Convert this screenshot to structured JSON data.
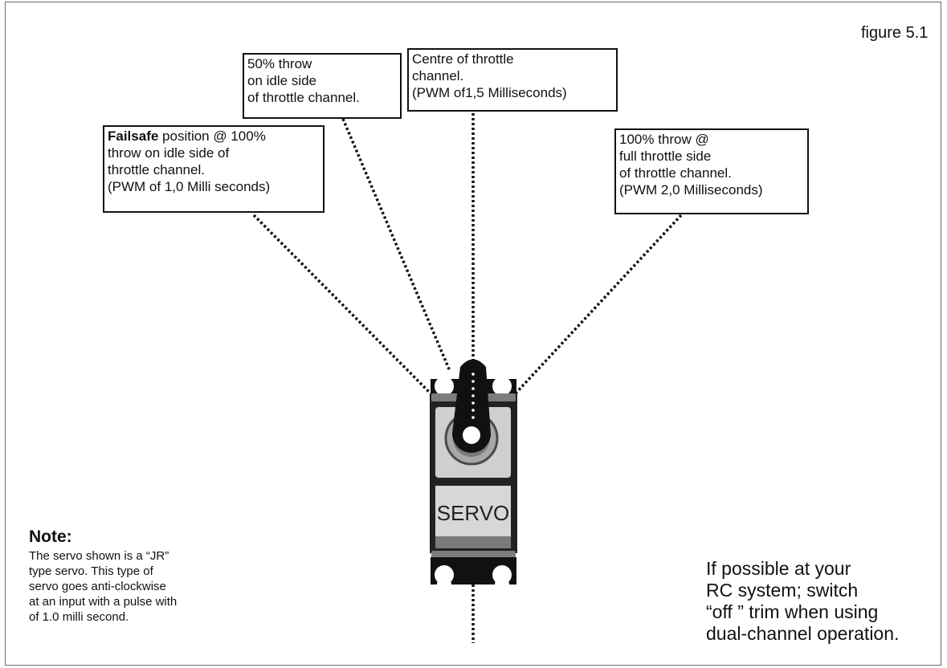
{
  "figure_label": "figure 5.1",
  "callouts": {
    "failsafe": {
      "bold": "Failsafe",
      "line1_rest": " position @ 100%",
      "line2": "throw on idle side of",
      "line3": "throttle channel.",
      "line4": "(PWM of 1,0 Milli seconds)"
    },
    "half_idle": {
      "line1": "50% throw",
      "line2": "on idle side",
      "line3": "of throttle channel."
    },
    "centre": {
      "line1": "Centre of throttle",
      "line2": "channel.",
      "line3": "(PWM of1,5 Milliseconds)"
    },
    "full": {
      "line1": "100% throw @",
      "line2": "full throttle side",
      "line3": "of throttle channel.",
      "line4": "(PWM 2,0 Milliseconds)"
    }
  },
  "servo": {
    "label": "SERVO"
  },
  "note": {
    "title": "Note:",
    "lines": [
      "The servo shown  is a “JR”",
      "type servo. This type of",
      "servo goes anti-clockwise",
      "at an input with a pulse with",
      "of 1.0  milli second."
    ]
  },
  "tip": {
    "lines": [
      "If possible at your",
      "RC system;   switch",
      "“off ” trim when using",
      "dual-channel operation."
    ]
  }
}
